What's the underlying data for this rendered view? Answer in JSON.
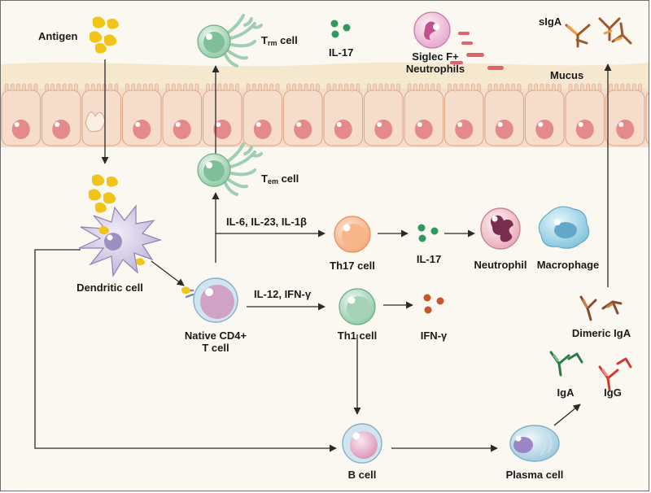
{
  "labels": {
    "antigen": "Antigen",
    "trm_cell": {
      "main": "T",
      "sub": "rm",
      "suffix": " cell"
    },
    "il17_top": "IL-17",
    "siglec_line1": "Siglec F+",
    "siglec_line2": "Neutrophils",
    "siga": "sIgA",
    "mucus": "Mucus",
    "tem_cell": {
      "main": "T",
      "sub": "em",
      "suffix": " cell"
    },
    "dendritic_cell": "Dendritic cell",
    "il6_il23_il1b": "IL-6, IL-23, IL-1β",
    "th17_cell": "Th17 cell",
    "il17_mid": "IL-17",
    "neutrophil": "Neutrophil",
    "macrophage": "Macrophage",
    "native_cd4_line1": "Native CD4+",
    "native_cd4_line2": "T cell",
    "il12_ifng": "IL-12, IFN-γ",
    "th1_cell": "Th1 cell",
    "ifng": "IFN-γ",
    "dimeric_iga": "Dimeric IgA",
    "iga": "IgA",
    "igg": "IgG",
    "b_cell": "B cell",
    "plasma_cell": "Plasma cell"
  },
  "colors": {
    "epithelium": "#f6dccb",
    "epithelium_edge": "#d9a688",
    "nucleus": "#e58a8c",
    "mucus": "#f6e8cf",
    "antigen": "#f2c417",
    "t_cell": "#8dc7a4",
    "th17": "#f5a777",
    "b_cell": "#d993b6",
    "neutrophil": "#7a2e4f",
    "macrophage": "#7fc3dd",
    "ifng": "#c9542a",
    "il17": "#2e9a5f",
    "iga_antibody": "#2e7a45",
    "igg_antibody": "#d23a30",
    "siga_antibody": "#a0552a"
  }
}
